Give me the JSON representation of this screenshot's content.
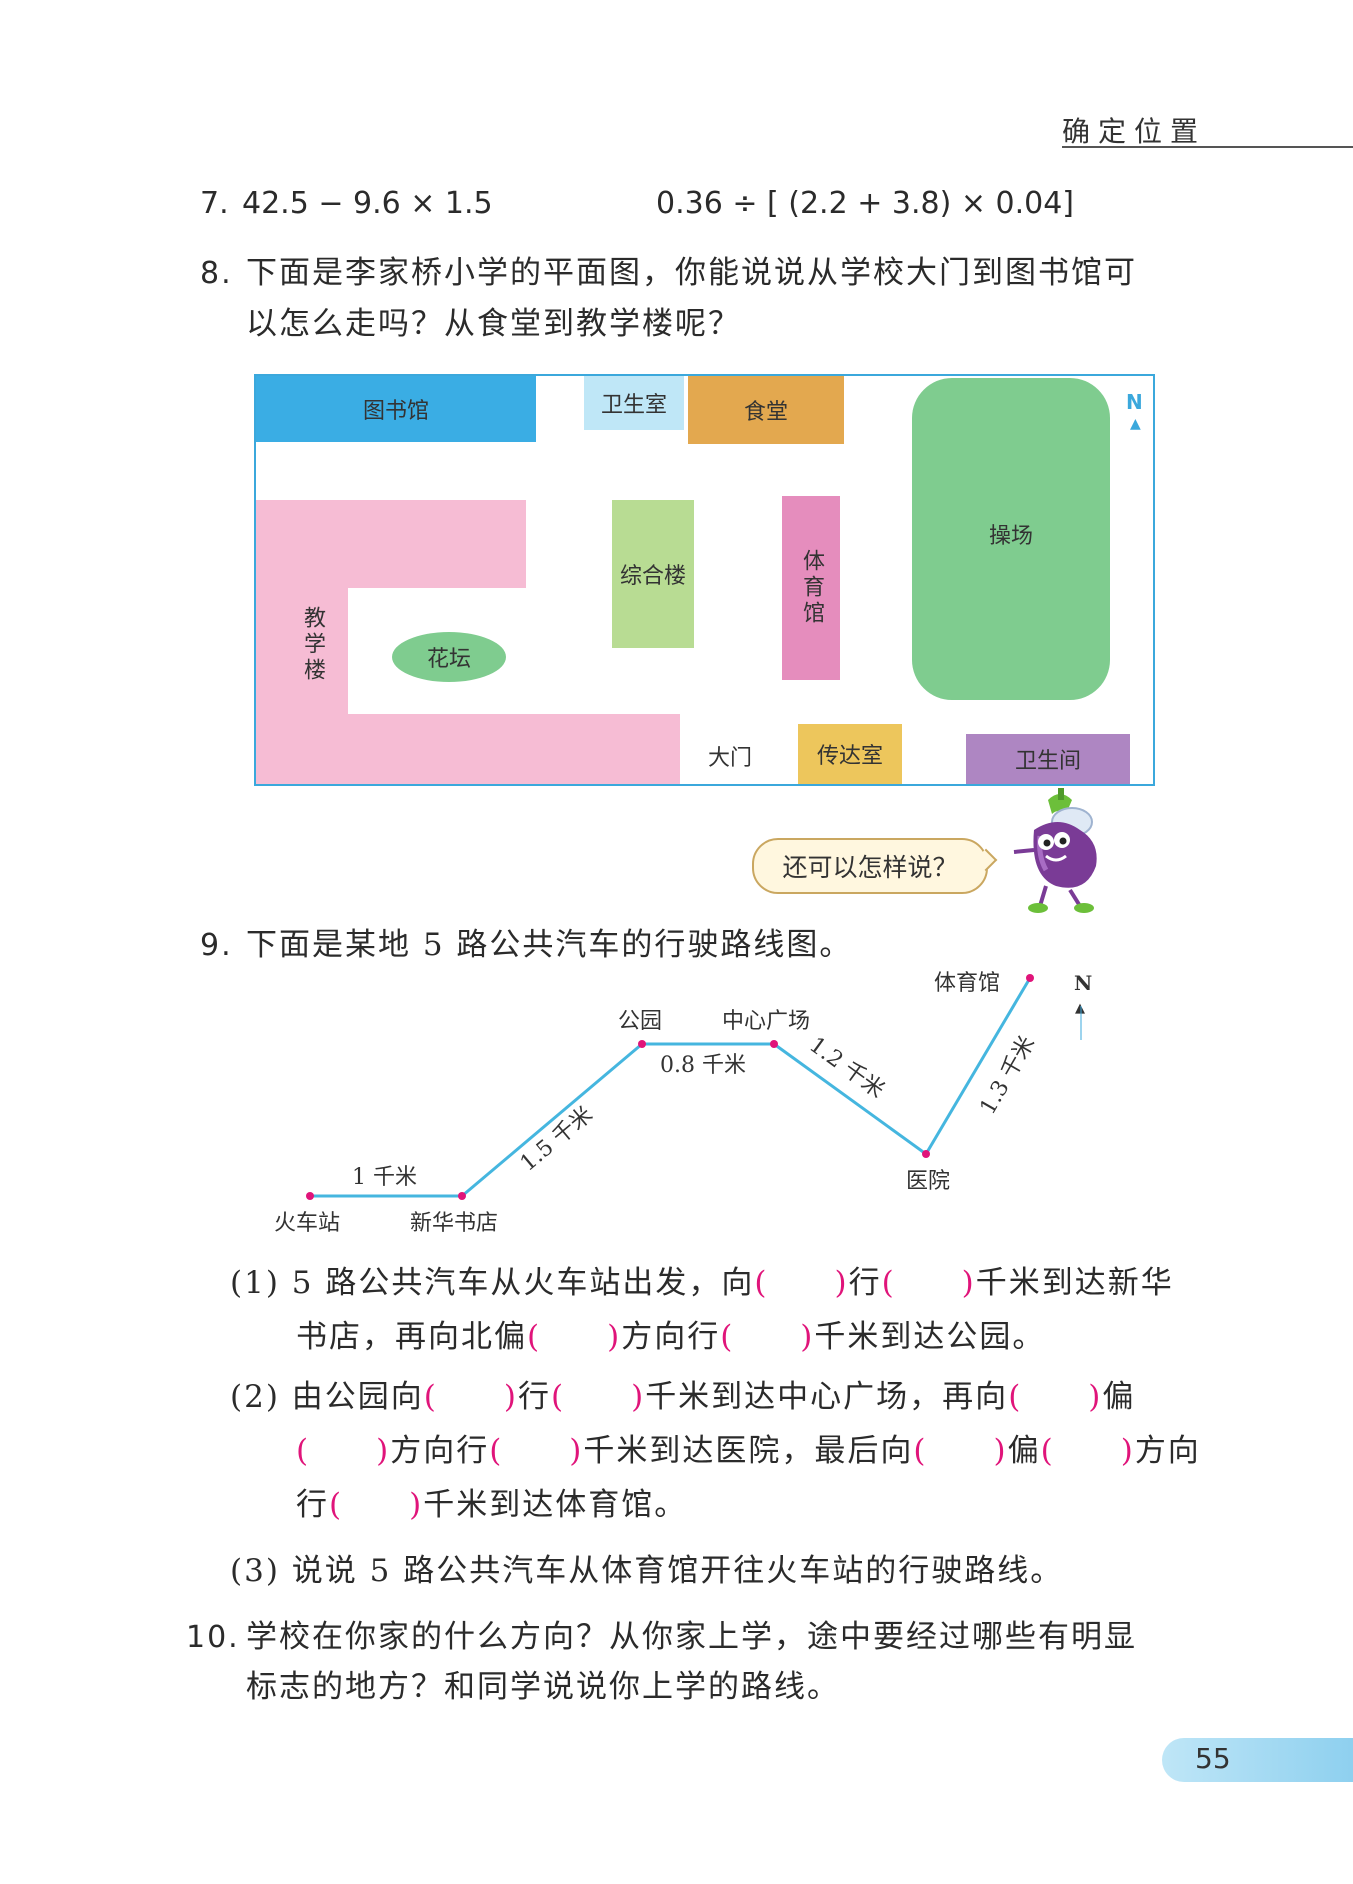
{
  "header": {
    "section_title": "确定位置"
  },
  "q7": {
    "number": "7.",
    "expr1": "42.5 − 9.6 × 1.5",
    "expr2": "0.36 ÷ [ (2.2 + 3.8) × 0.04]"
  },
  "q8": {
    "number": "8.",
    "line1": "下面是李家桥小学的平面图，你能说说从学校大门到图书馆可",
    "line2": "以怎么走吗？从食堂到教学楼呢？",
    "map": {
      "library": "图书馆",
      "clinic": "卫生室",
      "canteen": "食堂",
      "playground": "操场",
      "complex": "综合楼",
      "gym": "体育馆",
      "teaching": "教学楼",
      "flowerbed": "花坛",
      "gate": "大门",
      "reception": "传达室",
      "restroom": "卫生间",
      "north": "N"
    },
    "bubble": "还可以怎样说？"
  },
  "q9": {
    "number": "9.",
    "title": "下面是某地 5 路公共汽车的行驶路线图。",
    "route": {
      "station": "火车站",
      "bookstore": "新华书店",
      "park": "公园",
      "plaza": "中心广场",
      "hospital": "医院",
      "stadium": "体育馆",
      "d1": "1 千米",
      "d2": "1.5 千米",
      "d3": "0.8 千米",
      "d4": "1.2 千米",
      "d5": "1.3 千米",
      "north": "N"
    },
    "s1_l1": "(1) 5 路公共汽车从火车站出发，向(　　)行(　　)千米到达新华",
    "s1_l2": "书店，再向北偏(　　)方向行(　　)千米到达公园。",
    "s2_l1": "(2) 由公园向(　　)行(　　)千米到达中心广场，再向(　　)偏",
    "s2_l2": "(　　)方向行(　　)千米到达医院，最后向(　　)偏(　　)方向",
    "s2_l3": "行(　　)千米到达体育馆。",
    "s3": "(3) 说说 5 路公共汽车从体育馆开往火车站的行驶路线。"
  },
  "q10": {
    "number": "10.",
    "line1": "学校在你家的什么方向？从你家上学，途中要经过哪些有明显",
    "line2": "标志的地方？和同学说说你上学的路线。"
  },
  "footer": {
    "page_number": "55"
  },
  "colors": {
    "library": "#3aade4",
    "clinic": "#bfe7f7",
    "canteen": "#e3a84f",
    "playground": "#7fcc8f",
    "complex": "#b8dc93",
    "gym": "#e58dbd",
    "teaching": "#f6bcd4",
    "flowerbed": "#7fcc8f",
    "reception": "#edc65c",
    "restroom": "#ae86c2",
    "route_line": "#45b6df",
    "route_node": "#e0147a"
  }
}
